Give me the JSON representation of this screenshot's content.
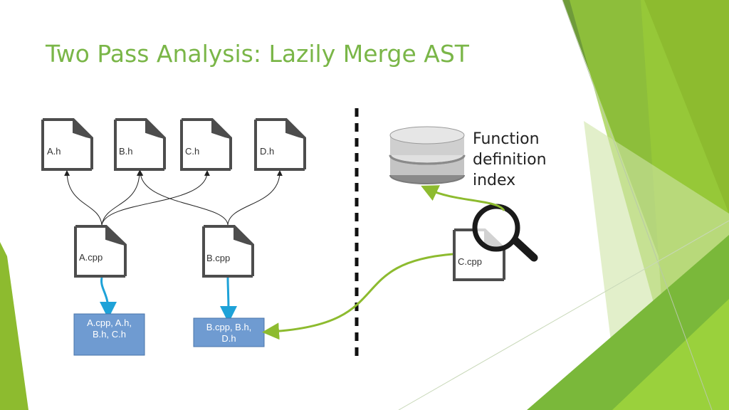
{
  "slide": {
    "title": "Two Pass Analysis: Lazily Merge AST"
  },
  "files": {
    "headers": [
      "A.h",
      "B.h",
      "C.h",
      "D.h"
    ],
    "sources": [
      "A.cpp",
      "B.cpp"
    ],
    "query_file": "C.cpp"
  },
  "merged": {
    "a_line1": "A.cpp, A.h,",
    "a_line2": "B.h, C.h",
    "b_line1": "B.cpp, B.h,",
    "b_line2": "D.h"
  },
  "index": {
    "line1": "Function",
    "line2": "definition",
    "line3": "index"
  },
  "colors": {
    "title": "#7ab648",
    "arrow_blue": "#1ea2d8",
    "arrow_green": "#8dbb2f",
    "box_fill": "#6f9bd1",
    "box_border": "#4a74aa",
    "file_stroke": "#4d4d4d"
  }
}
